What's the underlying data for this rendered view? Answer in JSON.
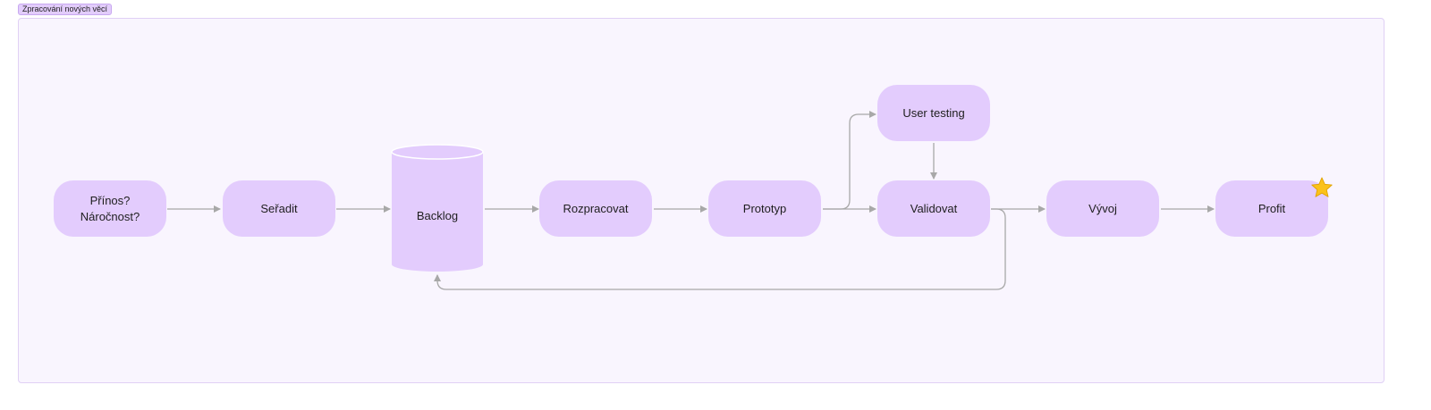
{
  "section": {
    "title": "Zpracování nových věcí"
  },
  "nodes": {
    "prinos": "Přínos?\nNáročnost?",
    "seradit": "Seřadit",
    "backlog": "Backlog",
    "rozpracovat": "Rozpracovat",
    "prototyp": "Prototyp",
    "user_testing": "User testing",
    "validovat": "Validovat",
    "vyvoj": "Vývoj",
    "profit": "Profit"
  },
  "colors": {
    "node_fill": "#e3ccfd",
    "section_fill": "#f9f5fe",
    "connector": "#a8a8a8",
    "star": "#fbc21b"
  },
  "icons": {
    "profit_badge": "star-icon"
  }
}
